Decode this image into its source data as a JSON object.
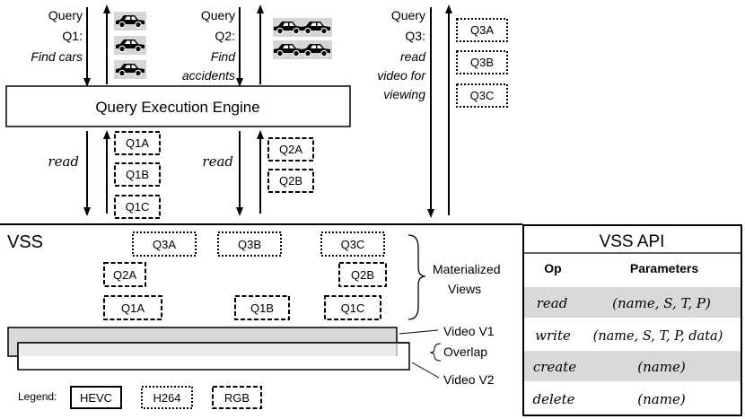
{
  "queries": {
    "q1": {
      "label": "Query",
      "id": "Q1:",
      "task": "Find cars"
    },
    "q2": {
      "label": "Query",
      "id": "Q2:",
      "task_line1": "Find",
      "task_line2": "accidents"
    },
    "q3": {
      "label": "Query",
      "id": "Q3:",
      "task_line1": "read",
      "task_line2": "video for",
      "task_line3": "viewing"
    }
  },
  "engine": {
    "title": "Query Execution Engine"
  },
  "read_label": "read",
  "results": {
    "q1": [
      "Q1A",
      "Q1B",
      "Q1C"
    ],
    "q2": [
      "Q2A",
      "Q2B"
    ],
    "q3": [
      "Q3A",
      "Q3B",
      "Q3C"
    ]
  },
  "vss": {
    "title": "VSS",
    "mviews": {
      "q3a": "Q3A",
      "q3b": "Q3B",
      "q3c": "Q3C",
      "q2a": "Q2A",
      "q2b": "Q2B",
      "q1a": "Q1A",
      "q1b": "Q1B",
      "q1c": "Q1C"
    },
    "mviews_label_line1": "Materialized",
    "mviews_label_line2": "Views",
    "video_v1": "Video V1",
    "overlap": "Overlap",
    "video_v2": "Video V2"
  },
  "legend": {
    "label": "Legend:",
    "hevc": "HEVC",
    "h264": "H264",
    "rgb": "RGB"
  },
  "api": {
    "title": "VSS API",
    "col_op": "Op",
    "col_params": "Parameters",
    "rows": [
      {
        "op": "read",
        "params": "(name, S, T, P)"
      },
      {
        "op": "write",
        "params": "(name, S, T, P, data)"
      },
      {
        "op": "create",
        "params": "(name)"
      },
      {
        "op": "delete",
        "params": "(name)"
      }
    ]
  }
}
